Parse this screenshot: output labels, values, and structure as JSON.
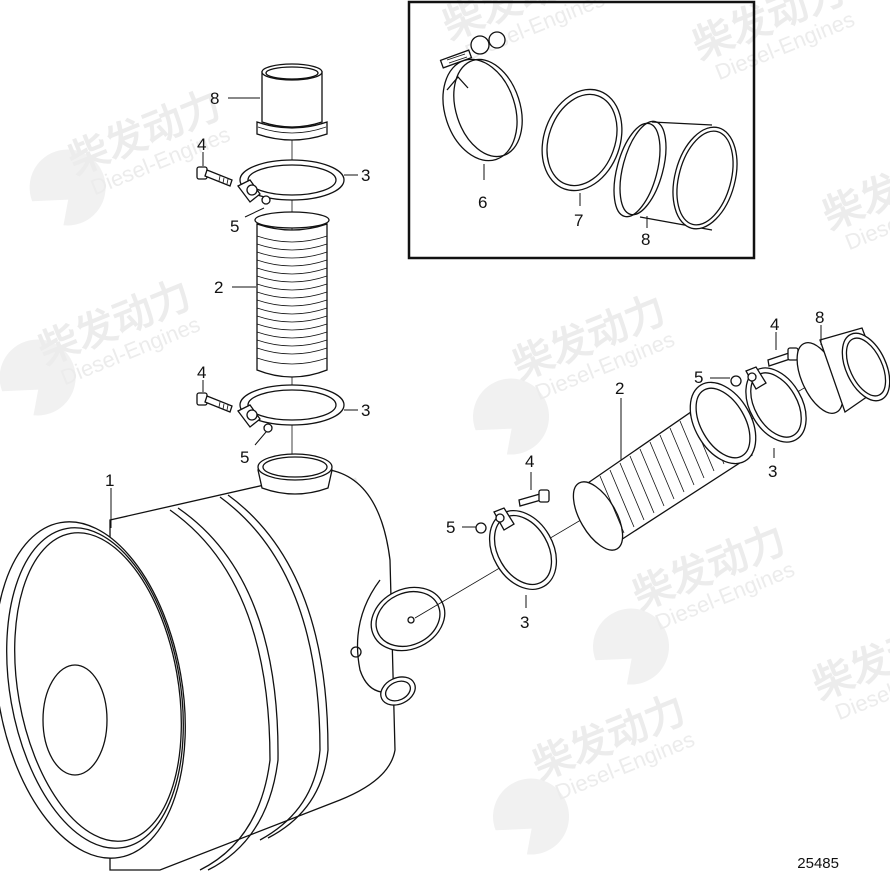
{
  "figure": {
    "number": "25485",
    "type": "exploded parts diagram",
    "subject": "exhaust silencer / muffler with flexible pipes and clamps"
  },
  "watermark": {
    "brand_cn": "柴发动力",
    "brand_en": "Diesel-Engines",
    "color": "#ececec",
    "accent_color": "#fdf3dc"
  },
  "inset": {
    "border_color": "#111111",
    "callouts": [
      {
        "label": "6",
        "part": "v-band clamp with bolt"
      },
      {
        "label": "7",
        "part": "sealing ring"
      },
      {
        "label": "8",
        "part": "pipe connector"
      }
    ]
  },
  "callouts": {
    "c1": "1",
    "c2_top": "2",
    "c2_right": "2",
    "c3_top1": "3",
    "c3_top2": "3",
    "c3_mid": "3",
    "c3_right": "3",
    "c4_top1": "4",
    "c4_top2": "4",
    "c4_mid": "4",
    "c4_right": "4",
    "c5_top1": "5",
    "c5_top2": "5",
    "c5_mid": "5",
    "c5_right": "5",
    "c6": "6",
    "c7": "7",
    "c8_inset": "8",
    "c8_top": "8",
    "c8_right": "8"
  },
  "parts": [
    {
      "label": "1",
      "name": "silencer"
    },
    {
      "label": "2",
      "name": "flexible pipe (bellows)"
    },
    {
      "label": "3",
      "name": "clamp"
    },
    {
      "label": "4",
      "name": "bolt"
    },
    {
      "label": "5",
      "name": "nut"
    },
    {
      "label": "6",
      "name": "clamp"
    },
    {
      "label": "7",
      "name": "seal ring"
    },
    {
      "label": "8",
      "name": "pipe connector"
    }
  ]
}
